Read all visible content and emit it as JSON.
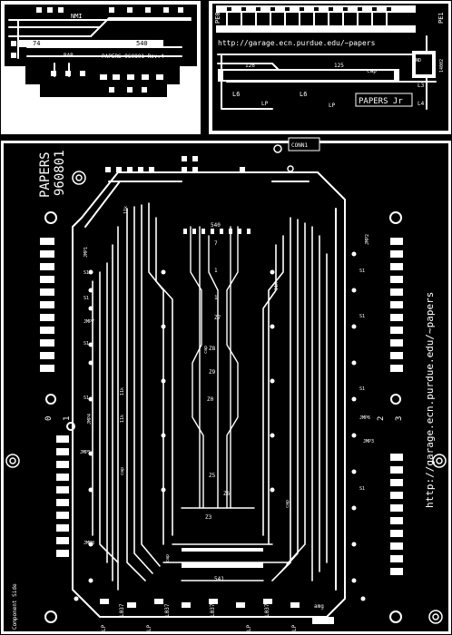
{
  "top_left": {
    "labels": [
      "NMI",
      "74",
      "540",
      "BAR",
      "PAPERS 960801 Rev.4"
    ]
  },
  "top_right": {
    "labels": [
      "PE0",
      "PE1",
      "http://garage.ecn.purdue.edu/~papers",
      "GND",
      "14002",
      "126",
      "125",
      "cap",
      "L6",
      "L6",
      "LP",
      "LP",
      "PAPERS Jr",
      "L3",
      "L4"
    ]
  },
  "main": {
    "title_line1": "PAPERS",
    "title_line2": "960801",
    "side_url": "http://garage.ecn.purdue.edu/~papers",
    "side_label": "Component Side",
    "connector_label": "CONN1",
    "chip_labels": [
      "540",
      "7",
      "1",
      "1",
      "Z7",
      "Z8",
      "Z9",
      "Z0",
      "Z5",
      "Z6",
      "Z3",
      "541"
    ],
    "jumper_labels": [
      "JMP1",
      "JMP2",
      "JMP3",
      "JMP4",
      "JMP5",
      "JMP6",
      "JMP7",
      "JMP8"
    ],
    "resistor_labels": [
      "S1",
      "S1",
      "S1",
      "S1",
      "S1",
      "S1",
      "S1",
      "S1",
      "11k",
      "11k",
      "11k",
      "11k"
    ],
    "bottom_labels": [
      "L037",
      "L037",
      "L037",
      "L037",
      "LP",
      "LP",
      "LP",
      "LP",
      "amg"
    ],
    "edge_numbers": [
      "0",
      "1",
      "2",
      "3"
    ],
    "cap_labels": [
      "cap",
      "cap",
      "cap",
      "cap"
    ]
  }
}
